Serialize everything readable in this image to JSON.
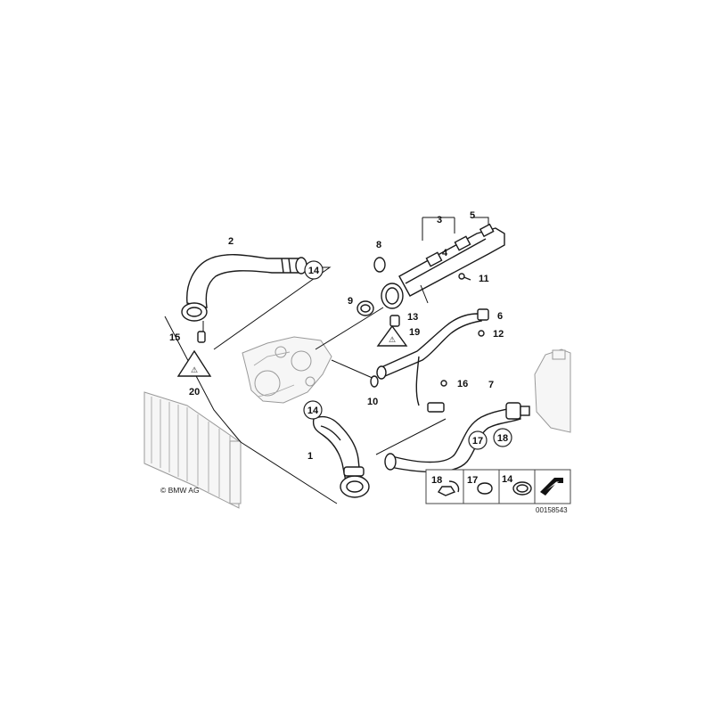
{
  "diagram": {
    "copyright": "© BMW AG",
    "drawing_number": "00158543"
  },
  "parts": {
    "p1": "1",
    "p2": "2",
    "p3": "3",
    "p4": "4",
    "p5": "5",
    "p6": "6",
    "p7": "7",
    "p8": "8",
    "p9": "9",
    "p10": "10",
    "p11": "11",
    "p12": "12",
    "p13": "13",
    "p15": "15",
    "p16": "16",
    "p19": "19",
    "p20": "20"
  },
  "circled": {
    "c14a": "14",
    "c14b": "14",
    "c17": "17",
    "c18": "18"
  },
  "legend": {
    "l18": "18",
    "l17": "17",
    "l14": "14"
  }
}
